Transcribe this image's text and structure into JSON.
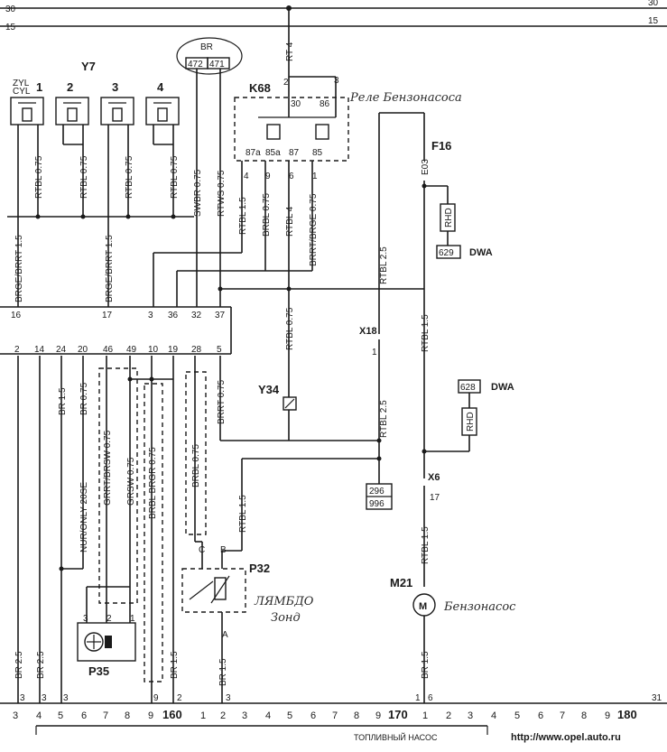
{
  "rails": {
    "top_30": "30",
    "top_15": "15",
    "bottom_31": "31"
  },
  "components": {
    "y7": {
      "label": "Y7",
      "zyl": "ZYL",
      "cyl": "CYL",
      "cylinders": [
        "1",
        "2",
        "3",
        "4"
      ]
    },
    "br_connector": {
      "label": "BR",
      "pins": [
        "472",
        "471"
      ]
    },
    "k68": {
      "label": "K68",
      "note": "Реле Бензонасоса",
      "pins_top": [
        "2",
        "3"
      ],
      "pins_inner": [
        "30",
        "86"
      ],
      "pins_bottom": [
        "87a",
        "85a",
        "87",
        "85"
      ],
      "pins_lower": [
        "4",
        "9",
        "6",
        "1"
      ]
    },
    "f16": {
      "label": "F16",
      "pin": "E03",
      "rhd_top": "RHD",
      "dwa_code_top": "629",
      "dwa_top": "DWA"
    },
    "y34": {
      "label": "Y34"
    },
    "x18": {
      "label": "X18",
      "pin": "1"
    },
    "x6": {
      "label": "X6",
      "pin": "17"
    },
    "dwa2": {
      "code": "628",
      "label": "DWA",
      "rhd": "RHD"
    },
    "plug_296": {
      "top": "296",
      "bottom": "996"
    },
    "p32": {
      "label": "P32",
      "note_line1": "ЛЯМБДО",
      "note_line2": "Зонд",
      "pin_c": "C",
      "pin_b": "B",
      "pin_a": "A"
    },
    "p35": {
      "label": "P35",
      "pins": [
        "3",
        "2",
        "1"
      ]
    },
    "m21": {
      "label": "M21",
      "note": "Бензонасос"
    },
    "rt4": "RT 4"
  },
  "wires": {
    "rtbl_075": "RTBL 0.75",
    "brge_brrt_15": "BRGE/BRRT 1.5",
    "swbr_075": "SWBR 0.75",
    "rtws_075": "RTWS 0.75",
    "rtbl_15": "RTBL 1.5",
    "brbl_075": "BRBL 0.75",
    "rtbl_4": "RTBL 4",
    "brrt_brge_075": "BRRT/BRGE 0.75",
    "rtbl_25": "RTBL 2.5",
    "br_15": "BR 1.5",
    "br_075": "BR 0.75",
    "nur_only": "NUR/ONLY 20SE",
    "grrt_brsw": "GRRT/BRSW 0.75",
    "grsw": "GRSW 0.75",
    "brbl_brgr": "BRBL BRGR 0.75",
    "br_25": "BR 2.5",
    "brrt_075": "BRRT 0.75"
  },
  "ecu_pins_top": [
    "16",
    "17",
    "3",
    "36",
    "32",
    "37"
  ],
  "ecu_pins_bottom": [
    "2",
    "14",
    "24",
    "20",
    "46",
    "49",
    "10",
    "19",
    "28",
    "5"
  ],
  "ground_pins": [
    "3",
    "3",
    "3",
    "9",
    "2",
    "3",
    "1",
    "6"
  ],
  "footer": {
    "numbers_a": [
      "3",
      "4",
      "5",
      "6",
      "7",
      "8",
      "9"
    ],
    "mark_160": "160",
    "numbers_b": [
      "1",
      "2",
      "3",
      "4",
      "5",
      "6",
      "7",
      "8",
      "9"
    ],
    "mark_170": "170",
    "numbers_c": [
      "1",
      "2",
      "3",
      "4",
      "5",
      "6",
      "7",
      "8",
      "9"
    ],
    "mark_180": "180",
    "caption": "ТОПЛИВНЫЙ НАСОС",
    "url": "http://www.opel.auto.ru"
  }
}
